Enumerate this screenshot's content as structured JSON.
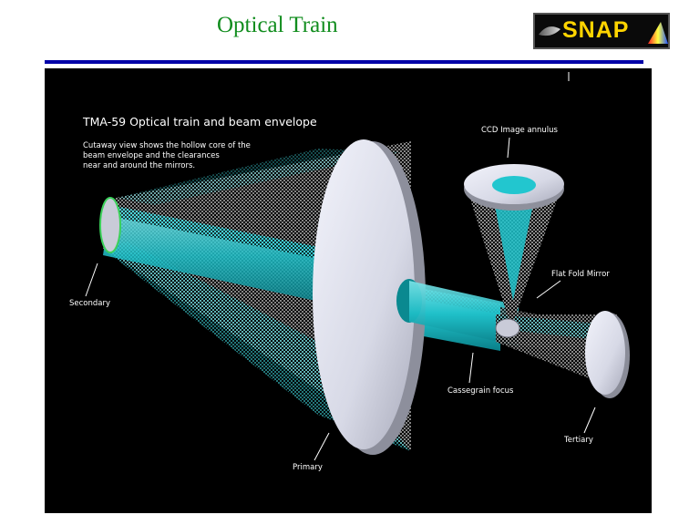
{
  "slide": {
    "title": "Optical Train"
  },
  "logo": {
    "text": "SNAP"
  },
  "figure": {
    "title": "TMA-59 Optical train and beam envelope",
    "description": [
      "Cutaway view shows the hollow core of the",
      "beam envelope and the clearances",
      "near and around the mirrors."
    ],
    "labels": {
      "ccd": "CCD Image annulus",
      "flat_fold": "Flat Fold Mirror",
      "secondary": "Secondary",
      "cassegrain": "Cassegrain focus",
      "tertiary": "Tertiary",
      "primary": "Primary"
    }
  },
  "colors": {
    "title_green": "#118d1e",
    "rule_blue": "#0000a8",
    "beam_cyan": "#19c8d2",
    "mirror_grey": "#d9dbe8",
    "logo_yellow": "#ffd400"
  }
}
